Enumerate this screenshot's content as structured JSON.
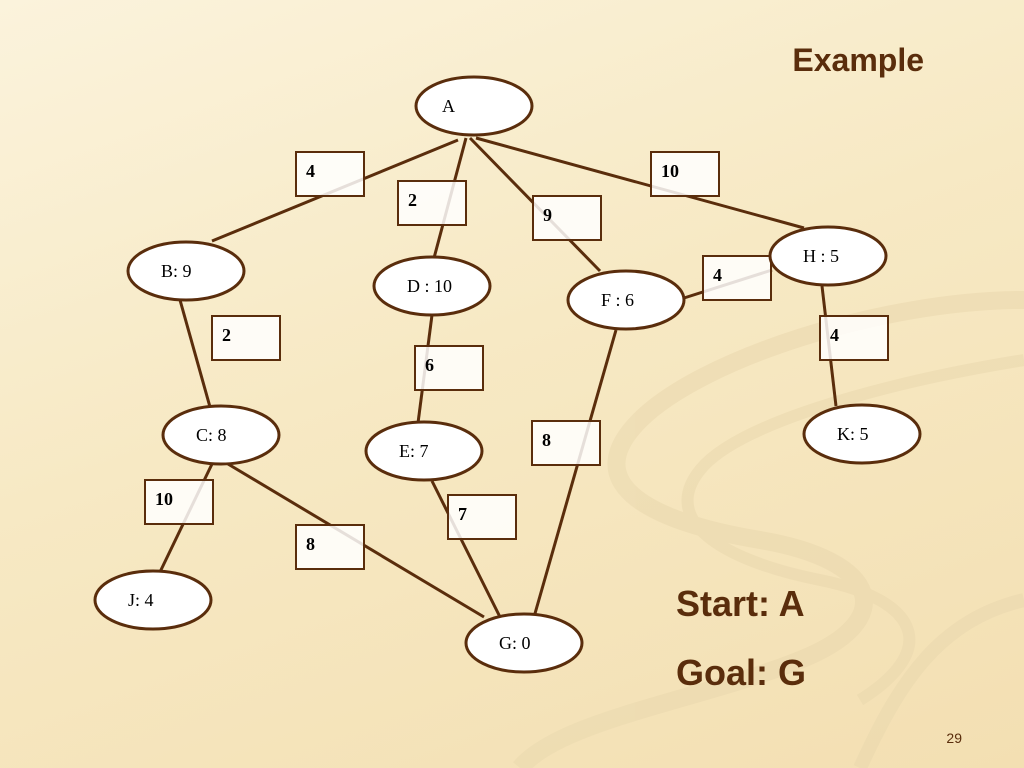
{
  "title": "Example",
  "start_label": "Start: A",
  "goal_label": "Goal: G",
  "slide_number": "29",
  "colors": {
    "stroke": "#5a2d0c",
    "node_fill": "#ffffff",
    "text": "#5a2d0c"
  },
  "nodes": [
    {
      "id": "A",
      "label": "A"
    },
    {
      "id": "B",
      "label": "B: 9"
    },
    {
      "id": "D",
      "label": "D : 10"
    },
    {
      "id": "F",
      "label": "F : 6"
    },
    {
      "id": "H",
      "label": "H : 5"
    },
    {
      "id": "C",
      "label": "C: 8"
    },
    {
      "id": "E",
      "label": "E: 7"
    },
    {
      "id": "K",
      "label": "K: 5"
    },
    {
      "id": "J",
      "label": "J: 4"
    },
    {
      "id": "G",
      "label": "G: 0"
    }
  ],
  "edges": [
    {
      "from": "A",
      "to": "B",
      "weight": "4"
    },
    {
      "from": "A",
      "to": "D",
      "weight": "2"
    },
    {
      "from": "A",
      "to": "F",
      "weight": "9"
    },
    {
      "from": "A",
      "to": "H",
      "weight": "10"
    },
    {
      "from": "F",
      "to": "H",
      "weight": "4"
    },
    {
      "from": "B",
      "to": "C",
      "weight": "2"
    },
    {
      "from": "D",
      "to": "E",
      "weight": "6"
    },
    {
      "from": "H",
      "to": "K",
      "weight": "4"
    },
    {
      "from": "F",
      "to": "G",
      "weight": "8"
    },
    {
      "from": "C",
      "to": "J",
      "weight": "10"
    },
    {
      "from": "E",
      "to": "G",
      "weight": "7"
    },
    {
      "from": "C",
      "to": "G",
      "weight": "8"
    }
  ]
}
